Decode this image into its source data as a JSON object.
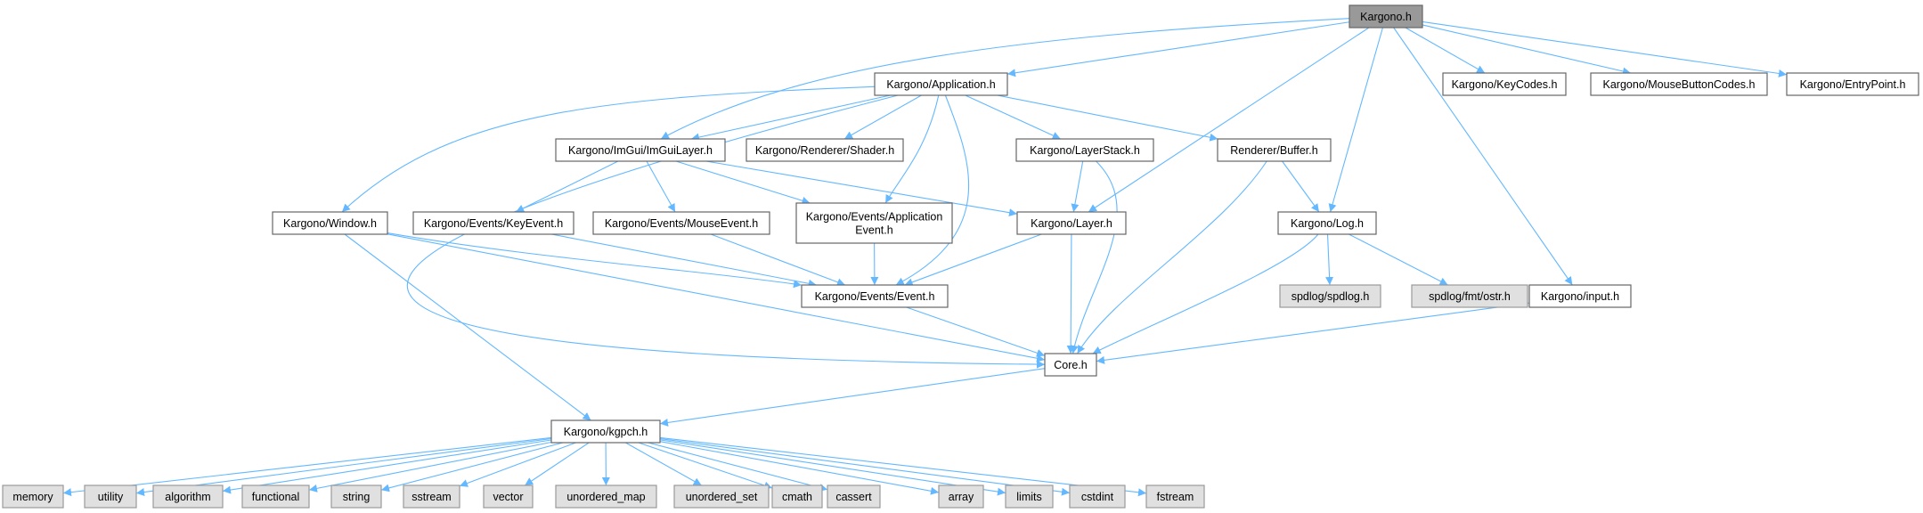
{
  "colors": {
    "edge": "#63b8ff",
    "root_fill": "#999999",
    "root_stroke": "#666666",
    "header_fill": "#ffffff",
    "header_stroke": "#666666",
    "system_fill": "#e0e0e0",
    "system_stroke": "#999999"
  },
  "graph": {
    "nodes": [
      {
        "id": "kargono_h",
        "lines": [
          "Kargono.h"
        ],
        "kind": "root"
      },
      {
        "id": "application_h",
        "lines": [
          "Kargono/Application.h"
        ],
        "kind": "header"
      },
      {
        "id": "keycodes_h",
        "lines": [
          "Kargono/KeyCodes.h"
        ],
        "kind": "header"
      },
      {
        "id": "mousebuttoncodes_h",
        "lines": [
          "Kargono/MouseButtonCodes.h"
        ],
        "kind": "header"
      },
      {
        "id": "entrypoint_h",
        "lines": [
          "Kargono/EntryPoint.h"
        ],
        "kind": "header"
      },
      {
        "id": "imguilayer_h",
        "lines": [
          "Kargono/ImGui/ImGuiLayer.h"
        ],
        "kind": "header"
      },
      {
        "id": "shader_h",
        "lines": [
          "Kargono/Renderer/Shader.h"
        ],
        "kind": "header"
      },
      {
        "id": "layerstack_h",
        "lines": [
          "Kargono/LayerStack.h"
        ],
        "kind": "header"
      },
      {
        "id": "buffer_h",
        "lines": [
          "Renderer/Buffer.h"
        ],
        "kind": "header"
      },
      {
        "id": "window_h",
        "lines": [
          "Kargono/Window.h"
        ],
        "kind": "header"
      },
      {
        "id": "keyevent_h",
        "lines": [
          "Kargono/Events/KeyEvent.h"
        ],
        "kind": "header"
      },
      {
        "id": "mouseevent_h",
        "lines": [
          "Kargono/Events/MouseEvent.h"
        ],
        "kind": "header"
      },
      {
        "id": "appevent_h",
        "lines": [
          "Kargono/Events/Application",
          "Event.h"
        ],
        "kind": "header"
      },
      {
        "id": "layer_h",
        "lines": [
          "Kargono/Layer.h"
        ],
        "kind": "header"
      },
      {
        "id": "log_h",
        "lines": [
          "Kargono/Log.h"
        ],
        "kind": "header"
      },
      {
        "id": "spdlog_h",
        "lines": [
          "spdlog/spdlog.h"
        ],
        "kind": "system"
      },
      {
        "id": "ostr_h",
        "lines": [
          "spdlog/fmt/ostr.h"
        ],
        "kind": "system"
      },
      {
        "id": "input_h",
        "lines": [
          "Kargono/input.h"
        ],
        "kind": "header"
      },
      {
        "id": "event_h",
        "lines": [
          "Kargono/Events/Event.h"
        ],
        "kind": "header"
      },
      {
        "id": "core_h",
        "lines": [
          "Core.h"
        ],
        "kind": "header"
      },
      {
        "id": "kgpch_h",
        "lines": [
          "Kargono/kgpch.h"
        ],
        "kind": "header"
      },
      {
        "id": "memory",
        "lines": [
          "memory"
        ],
        "kind": "system"
      },
      {
        "id": "utility",
        "lines": [
          "utility"
        ],
        "kind": "system"
      },
      {
        "id": "algorithm",
        "lines": [
          "algorithm"
        ],
        "kind": "system"
      },
      {
        "id": "functional",
        "lines": [
          "functional"
        ],
        "kind": "system"
      },
      {
        "id": "string",
        "lines": [
          "string"
        ],
        "kind": "system"
      },
      {
        "id": "sstream",
        "lines": [
          "sstream"
        ],
        "kind": "system"
      },
      {
        "id": "vector",
        "lines": [
          "vector"
        ],
        "kind": "system"
      },
      {
        "id": "unordered_map",
        "lines": [
          "unordered_map"
        ],
        "kind": "system"
      },
      {
        "id": "unordered_set",
        "lines": [
          "unordered_set"
        ],
        "kind": "system"
      },
      {
        "id": "cmath",
        "lines": [
          "cmath"
        ],
        "kind": "system"
      },
      {
        "id": "cassert",
        "lines": [
          "cassert"
        ],
        "kind": "system"
      },
      {
        "id": "array",
        "lines": [
          "array"
        ],
        "kind": "system"
      },
      {
        "id": "limits",
        "lines": [
          "limits"
        ],
        "kind": "system"
      },
      {
        "id": "cstdint",
        "lines": [
          "cstdint"
        ],
        "kind": "system"
      },
      {
        "id": "fstream",
        "lines": [
          "fstream"
        ],
        "kind": "system"
      }
    ],
    "edges": [
      [
        "kargono_h",
        "application_h"
      ],
      [
        "kargono_h",
        "imguilayer_h"
      ],
      [
        "kargono_h",
        "layer_h"
      ],
      [
        "kargono_h",
        "log_h"
      ],
      [
        "kargono_h",
        "input_h"
      ],
      [
        "kargono_h",
        "keycodes_h"
      ],
      [
        "kargono_h",
        "mousebuttoncodes_h"
      ],
      [
        "kargono_h",
        "entrypoint_h"
      ],
      [
        "application_h",
        "imguilayer_h"
      ],
      [
        "application_h",
        "shader_h"
      ],
      [
        "application_h",
        "layerstack_h"
      ],
      [
        "application_h",
        "buffer_h"
      ],
      [
        "application_h",
        "window_h"
      ],
      [
        "application_h",
        "appevent_h"
      ],
      [
        "application_h",
        "event_h"
      ],
      [
        "application_h",
        "core_h"
      ],
      [
        "imguilayer_h",
        "keyevent_h"
      ],
      [
        "imguilayer_h",
        "mouseevent_h"
      ],
      [
        "imguilayer_h",
        "appevent_h"
      ],
      [
        "imguilayer_h",
        "layer_h"
      ],
      [
        "layerstack_h",
        "layer_h"
      ],
      [
        "layerstack_h",
        "core_h"
      ],
      [
        "buffer_h",
        "log_h"
      ],
      [
        "buffer_h",
        "core_h"
      ],
      [
        "window_h",
        "event_h"
      ],
      [
        "window_h",
        "core_h"
      ],
      [
        "window_h",
        "kgpch_h"
      ],
      [
        "keyevent_h",
        "event_h"
      ],
      [
        "mouseevent_h",
        "event_h"
      ],
      [
        "appevent_h",
        "event_h"
      ],
      [
        "layer_h",
        "event_h"
      ],
      [
        "layer_h",
        "core_h"
      ],
      [
        "log_h",
        "spdlog_h"
      ],
      [
        "log_h",
        "ostr_h"
      ],
      [
        "log_h",
        "core_h"
      ],
      [
        "input_h",
        "core_h"
      ],
      [
        "event_h",
        "core_h"
      ],
      [
        "core_h",
        "kgpch_h"
      ],
      [
        "kgpch_h",
        "memory"
      ],
      [
        "kgpch_h",
        "utility"
      ],
      [
        "kgpch_h",
        "algorithm"
      ],
      [
        "kgpch_h",
        "functional"
      ],
      [
        "kgpch_h",
        "string"
      ],
      [
        "kgpch_h",
        "sstream"
      ],
      [
        "kgpch_h",
        "vector"
      ],
      [
        "kgpch_h",
        "unordered_map"
      ],
      [
        "kgpch_h",
        "unordered_set"
      ],
      [
        "kgpch_h",
        "cmath"
      ],
      [
        "kgpch_h",
        "cassert"
      ],
      [
        "kgpch_h",
        "array"
      ],
      [
        "kgpch_h",
        "limits"
      ],
      [
        "kgpch_h",
        "cstdint"
      ],
      [
        "kgpch_h",
        "fstream"
      ]
    ]
  }
}
